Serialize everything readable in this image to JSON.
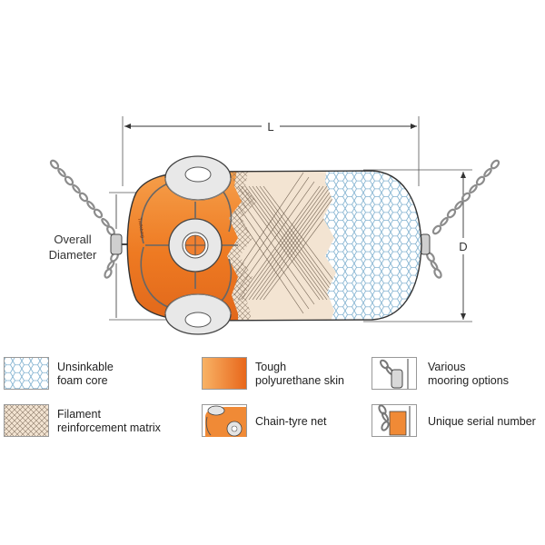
{
  "dimensions": {
    "length": "L",
    "depth": "D",
    "overall_line1": "Overall",
    "overall_line2": "Diameter"
  },
  "fender_marking": "Trelleborg",
  "legend": {
    "foam": {
      "line1": "Unsinkable",
      "line2": "foam core"
    },
    "skin": {
      "line1": "Tough",
      "line2": "polyurethane skin"
    },
    "mooring": {
      "line1": "Various",
      "line2": "mooring options"
    },
    "matrix": {
      "line1": "Filament",
      "line2": "reinforcement matrix"
    },
    "net": {
      "line1": "Chain-tyre net"
    },
    "serial": {
      "line1": "Unique serial number"
    }
  },
  "colors": {
    "orange_light": "#f7b060",
    "orange_dark": "#e86a1a",
    "matrix_bg": "#f3e4d2",
    "foam_bg": "#ffffff",
    "foam_hex": "#6aa6c8",
    "tyre": "#e4e4e4",
    "chain": "#9a9a9a",
    "line": "#333333"
  }
}
